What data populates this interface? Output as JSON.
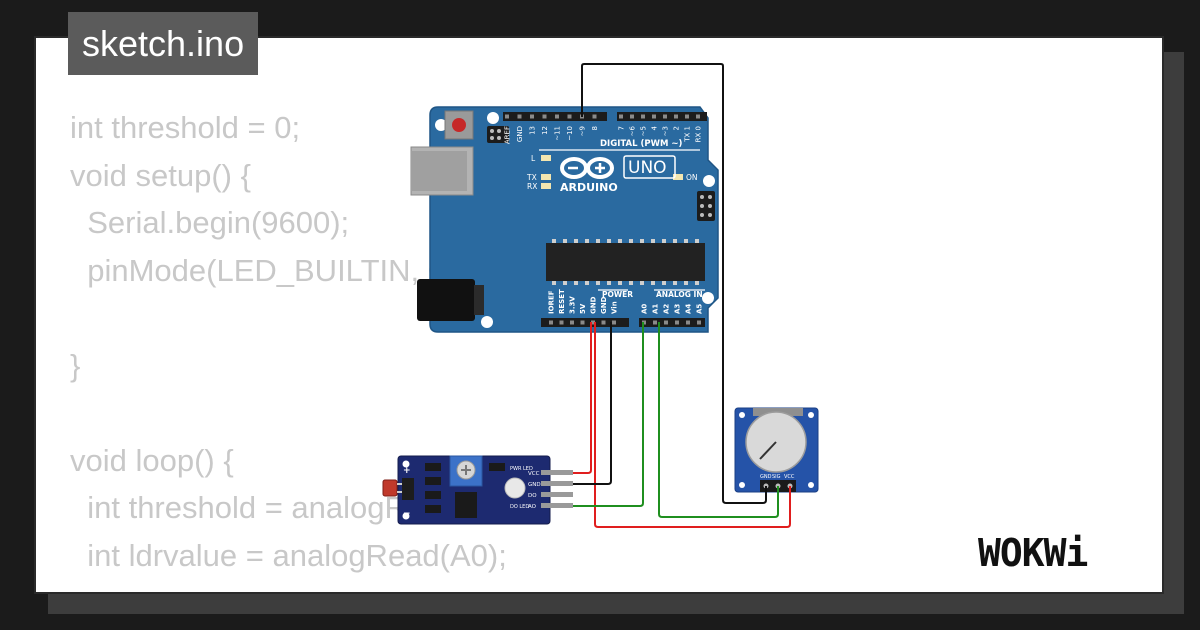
{
  "title": "sketch.ino",
  "code_lines": [
    "int threshold = 0;",
    "void setup() {",
    "  Serial.begin(9600);",
    "  pinMode(LED_BUILTIN, OUTPUT);",
    "",
    "}",
    "",
    "void loop() {",
    "  int threshold = analogRead(A1);",
    "  int ldrvalue = analogRead(A0);"
  ],
  "logo_text": "WOKWi",
  "arduino": {
    "brand": "ARDUINO",
    "model": "UNO",
    "digital_header": "DIGITAL (PWM ~)",
    "digital_pins": [
      "AREF",
      "GND",
      "13",
      "12",
      "~11",
      "~10",
      "~9",
      "8",
      "7",
      "~6",
      "~5",
      "4",
      "~3",
      "2",
      "TX 1",
      "RX 0"
    ],
    "power_header": "POWER",
    "analog_header": "ANALOG IN",
    "power_pins": [
      "IOREF",
      "RESET",
      "3.3V",
      "5V",
      "GND",
      "GND",
      "Vin"
    ],
    "analog_pins": [
      "A0",
      "A1",
      "A2",
      "A3",
      "A4",
      "A5"
    ],
    "led_labels": [
      "L",
      "TX",
      "RX",
      "ON"
    ]
  },
  "ldr_module": {
    "pins": [
      "VCC",
      "GND",
      "DO",
      "AO"
    ],
    "labels": [
      "PWR LED",
      "DO LED"
    ],
    "plus_minus": [
      "+",
      "−"
    ]
  },
  "potentiometer": {
    "pins": [
      "GND",
      "SIG",
      "VCC"
    ]
  },
  "colors": {
    "board": "#2a6aa0",
    "wire_red": "#e01e1e",
    "wire_black": "#111111",
    "wire_green": "#1f8f1f",
    "code_text": "#c8c8c8",
    "title_bg": "#5b5b5b"
  }
}
